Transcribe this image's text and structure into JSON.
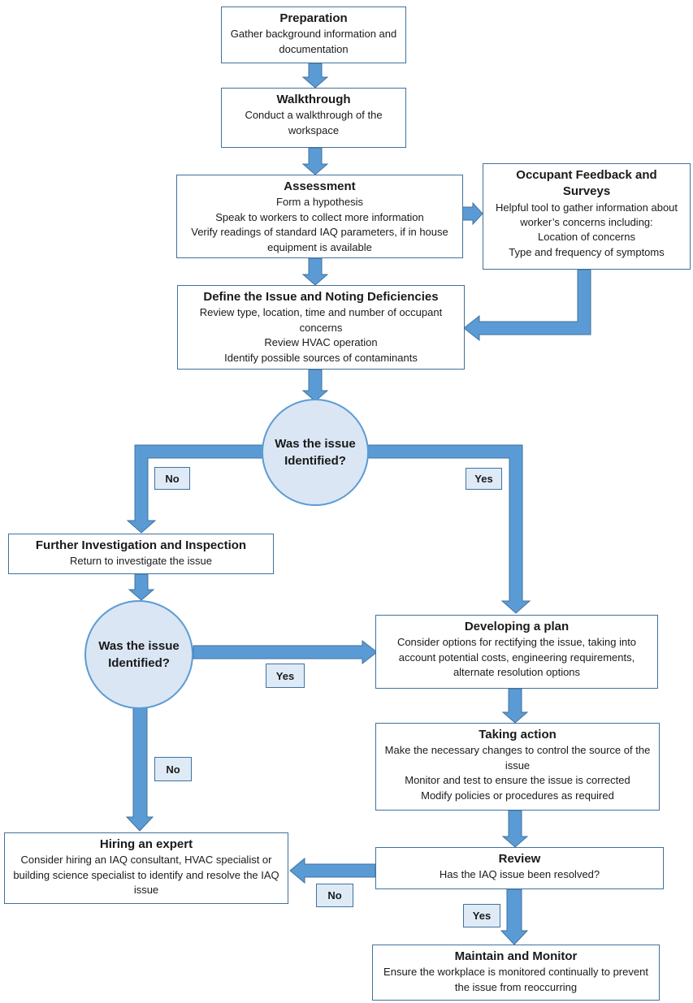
{
  "flow": {
    "nodes": {
      "preparation": {
        "title": "Preparation",
        "lines": [
          "Gather background information and documentation"
        ]
      },
      "walkthrough": {
        "title": "Walkthrough",
        "lines": [
          "Conduct a walkthrough of the workspace"
        ]
      },
      "assessment": {
        "title": "Assessment",
        "lines": [
          "Form a hypothesis",
          "Speak to workers to collect more information",
          "Verify readings of standard IAQ parameters, if in house equipment is available"
        ]
      },
      "occupant_feedback": {
        "title": "Occupant Feedback and Surveys",
        "lines": [
          "Helpful tool to gather information about worker’s concerns including:",
          "Location of concerns",
          "Type and frequency of symptoms"
        ]
      },
      "define_issue": {
        "title": "Define the Issue and Noting Deficiencies",
        "lines": [
          "Review type, location, time and number of occupant concerns",
          "Review HVAC operation",
          "Identify possible sources of contaminants"
        ]
      },
      "further_investigation": {
        "title": "Further Investigation and Inspection",
        "lines": [
          "Return to investigate the issue"
        ]
      },
      "developing_plan": {
        "title": "Developing a plan",
        "lines": [
          "Consider options for rectifying the issue, taking into account potential costs, engineering requirements, alternate resolution options"
        ]
      },
      "taking_action": {
        "title": "Taking action",
        "lines": [
          "Make the necessary changes to control the source of the issue",
          "Monitor and test to ensure the issue is corrected",
          "Modify policies or procedures as required"
        ]
      },
      "hiring_expert": {
        "title": "Hiring an expert",
        "lines": [
          "Consider hiring an IAQ consultant, HVAC specialist or building science specialist to identify and resolve the IAQ issue"
        ]
      },
      "review": {
        "title": "Review",
        "lines": [
          "Has the IAQ issue been resolved?"
        ]
      },
      "maintain_monitor": {
        "title": "Maintain and Monitor",
        "lines": [
          "Ensure the workplace is monitored continually to prevent the issue from reoccurring"
        ]
      }
    },
    "decisions": {
      "first": {
        "text": "Was the issue Identified?"
      },
      "second": {
        "text": "Was the issue Identified?"
      }
    },
    "labels": {
      "yes": "Yes",
      "no": "No"
    }
  },
  "colors": {
    "arrow_fill": "#5B9BD5",
    "arrow_stroke": "#41719C",
    "box_border": "#41719C",
    "box_fill": "#FFFFFF",
    "circle_fill": "#DAE6F3",
    "circle_border": "#5B9BD5",
    "chip_fill": "#DEEBF7",
    "chip_border": "#41719C",
    "text": "#1A1A1A"
  }
}
